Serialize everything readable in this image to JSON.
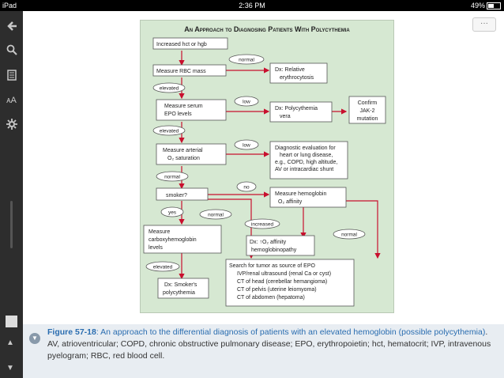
{
  "status": {
    "carrier": "iPad",
    "time": "2:36 PM",
    "battery": "49%"
  },
  "sidebar": {
    "icons": [
      "back-arrow-icon",
      "search-icon",
      "notes-icon",
      "text-size-icon",
      "settings-icon"
    ]
  },
  "toolbar": {
    "more_label": "···"
  },
  "figure": {
    "title": "An Approach to Diagnosing Patients With Polycythemia",
    "boxes": {
      "increased": "Increased hct or hgb",
      "measure_rbc": "Measure RBC mass",
      "relative": [
        "Dx: Relative",
        "erythrocytosis"
      ],
      "measure_epo": [
        "Measure serum",
        "EPO levels"
      ],
      "pv": [
        "Dx: Polycythemia",
        "vera"
      ],
      "confirm": [
        "Confirm",
        "JAK-2",
        "mutation"
      ],
      "measure_o2": [
        "Measure arterial",
        "O₂ saturation"
      ],
      "diag_eval": [
        "Diagnostic evaluation for",
        "heart or lung disease,",
        "e.g., COPD, high altitude,",
        "AV or intracardiac shunt"
      ],
      "smoker": "smoker?",
      "measure_hgb": [
        "Measure hemoglobin",
        "O₂ affinity"
      ],
      "measure_carboxy": [
        "Measure",
        "carboxyhemoglobin",
        "levels"
      ],
      "dx_affinity": [
        "Dx: ↑O₂ affinity",
        "hemoglobinopathy"
      ],
      "smokers_poly": [
        "Dx: Smoker's",
        "polycythemia"
      ],
      "search_tumor": [
        "Search for tumor as source of EPO",
        "IVP/renal ultrasound (renal Ca or cyst)",
        "CT of head (cerebellar hemangioma)",
        "CT of pelvis (uterine leiomyoma)",
        "CT of abdomen (hepatoma)"
      ]
    },
    "labels": {
      "normal1": "normal",
      "elevated1": "elevated",
      "low1": "low",
      "elevated2": "elevated",
      "low2": "low",
      "normal2": "normal",
      "no": "no",
      "yes": "yes",
      "normal3": "normal",
      "increased": "increased",
      "normal4": "normal",
      "elevated3": "elevated"
    }
  },
  "caption": {
    "label": "Figure 57-18",
    "link_text": "An approach to the differential diagnosis of patients with an elevated hemoglobin (possible polycythemia)",
    "rest": ". AV, atrioventricular; COPD, chronic obstructive pulmonary disease; EPO, erythropoietin; hct, hematocrit; IVP, intravenous pyelogram; RBC, red blood cell."
  }
}
